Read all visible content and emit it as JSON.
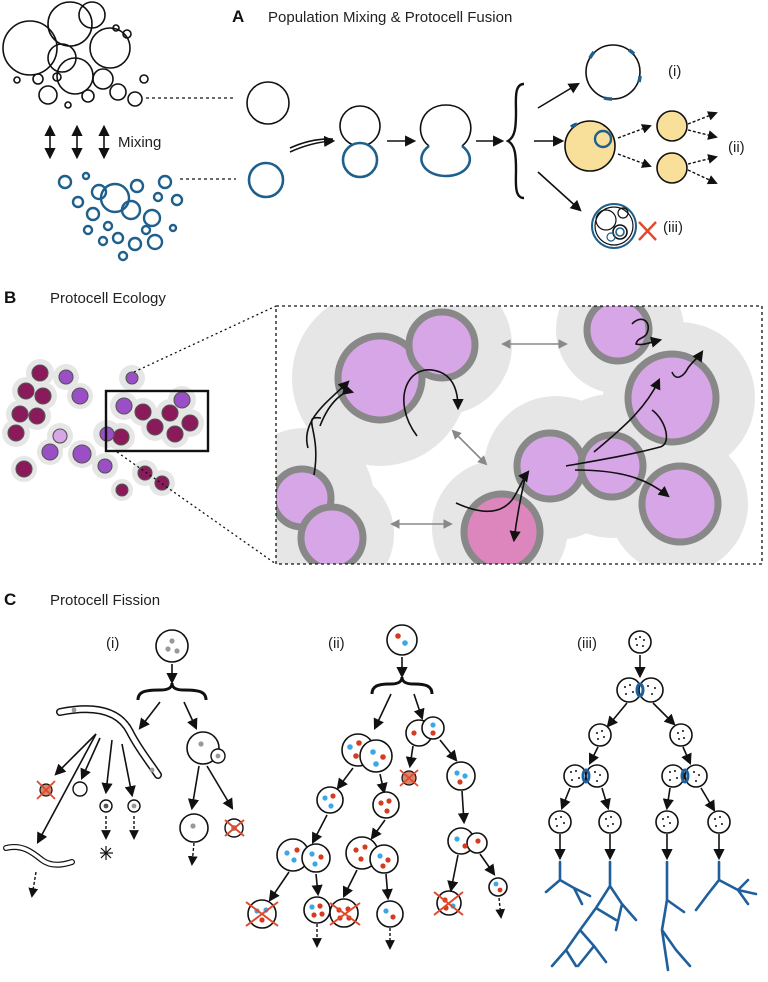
{
  "panelA": {
    "label": "A",
    "title": "Population Mixing & Protocell Fusion",
    "mixing_label": "Mixing",
    "outcomes": [
      "(i)",
      "(ii)",
      "(iii)"
    ]
  },
  "panelB": {
    "label": "B",
    "title": "Protocell Ecology"
  },
  "panelC": {
    "label": "C",
    "title": "Protocell Fission",
    "subpanels": [
      "(i)",
      "(ii)",
      "(iii)"
    ]
  },
  "colors": {
    "black_membrane": "#111111",
    "blue_membrane": "#1f5f8b",
    "yellow_fill": "#f8df9a",
    "purple_light": "#d7a6e6",
    "purple_mid": "#9b4fc7",
    "maroon": "#8a1a5a",
    "pink": "#dc86bd",
    "red_cross": "#e04a2a",
    "red_dot": "#d63a20",
    "blue_dot": "#3aa7e8",
    "gray_halo": "#e6e6e6",
    "gray_membrane": "#888888",
    "tree_blue": "#1f5f9b"
  }
}
